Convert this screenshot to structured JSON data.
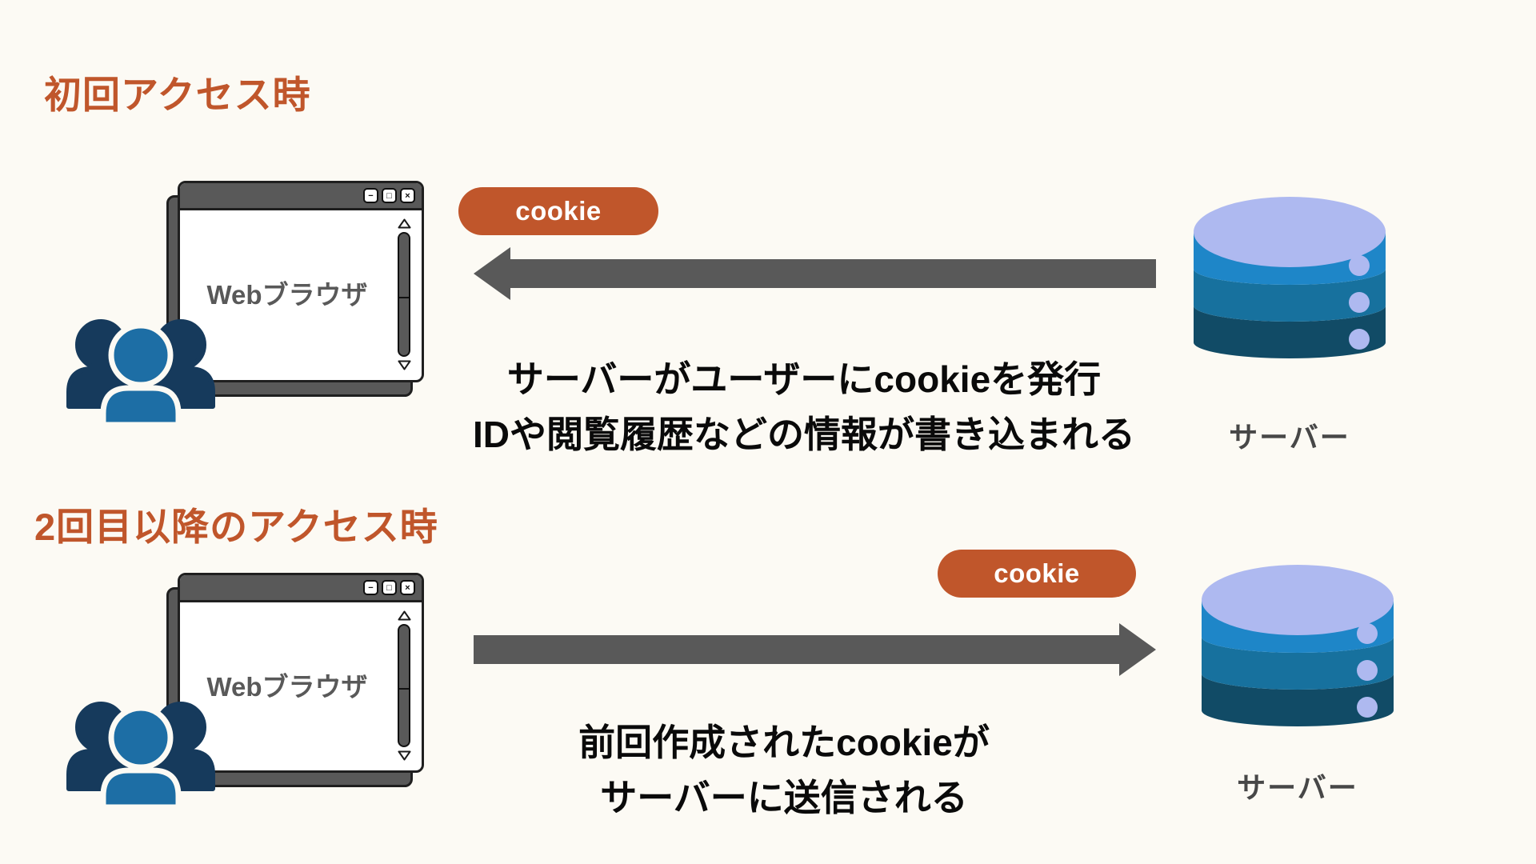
{
  "meta": {
    "background_color": "#FCFAF4",
    "accent_color": "#C0562B",
    "arrow_color": "#595959",
    "text_color": "#0A0A0A",
    "server_colors": [
      "#AEB9F0",
      "#1E86C8",
      "#17719E",
      "#114B66"
    ],
    "user_colors": [
      "#1D6EA5",
      "#163A5C"
    ]
  },
  "sections": [
    {
      "title": "初回アクセス時",
      "browser": {
        "label": "Webブラウザ",
        "controls": {
          "minimize": "−",
          "maximize": "□",
          "close": "×"
        }
      },
      "badge": "cookie",
      "arrow_direction": "left",
      "caption_lines": [
        "サーバーがユーザーにcookieを発行",
        "IDや閲覧履歴などの情報が書き込まれる"
      ],
      "server_label": "サーバー"
    },
    {
      "title": "2回目以降のアクセス時",
      "browser": {
        "label": "Webブラウザ",
        "controls": {
          "minimize": "−",
          "maximize": "□",
          "close": "×"
        }
      },
      "badge": "cookie",
      "arrow_direction": "right",
      "caption_lines": [
        "前回作成されたcookieが",
        "サーバーに送信される"
      ],
      "server_label": "サーバー"
    }
  ]
}
